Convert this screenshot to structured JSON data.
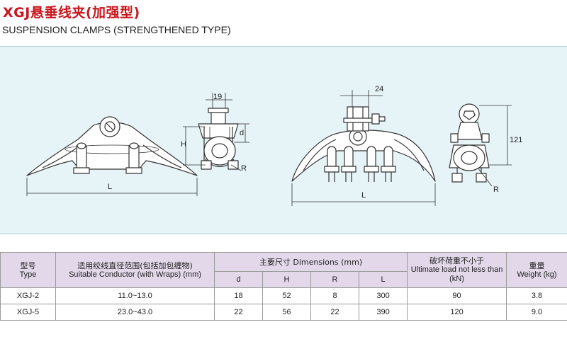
{
  "header": {
    "title_cn": "XGJ悬垂线夹(加强型)",
    "title_en": "SUSPENSION CLAMPS (STRENGTHENED TYPE)"
  },
  "drawing": {
    "labels": {
      "L": "L",
      "H": "H",
      "d": "d",
      "R": "R",
      "dim_19": "19",
      "dim_24": "24",
      "dim_121": "121"
    }
  },
  "table": {
    "col_model_cn": "型号",
    "col_model_en": "Type",
    "col_conductor_cn": "适用绞线直径范围(包括加包缠物)",
    "col_conductor_en": "Suitable Conductor (with Wraps) (mm)",
    "col_dimensions": "主要尺寸 Dimensions (mm)",
    "col_ultimate_cn": "破坏荷重不小于",
    "col_ultimate_en": "Ultimate load not less than (kN)",
    "col_weight_cn": "重量",
    "col_weight_en": "Weight (kg)",
    "sub_cols": [
      "d",
      "H",
      "R",
      "L"
    ],
    "rows": [
      {
        "model": "XGJ-2",
        "conductor": "11.0~13.0",
        "d": "18",
        "H": "52",
        "R": "8",
        "L": "300",
        "load": "90",
        "weight": "3.8"
      },
      {
        "model": "XGJ-5",
        "conductor": "23.0~43.0",
        "d": "22",
        "H": "56",
        "R": "22",
        "L": "390",
        "load": "120",
        "weight": "9.0"
      }
    ]
  },
  "colors": {
    "title": "#c8161d",
    "panel_bg": "#e6f3f7",
    "table_header_bg": "#e2d8ea"
  }
}
